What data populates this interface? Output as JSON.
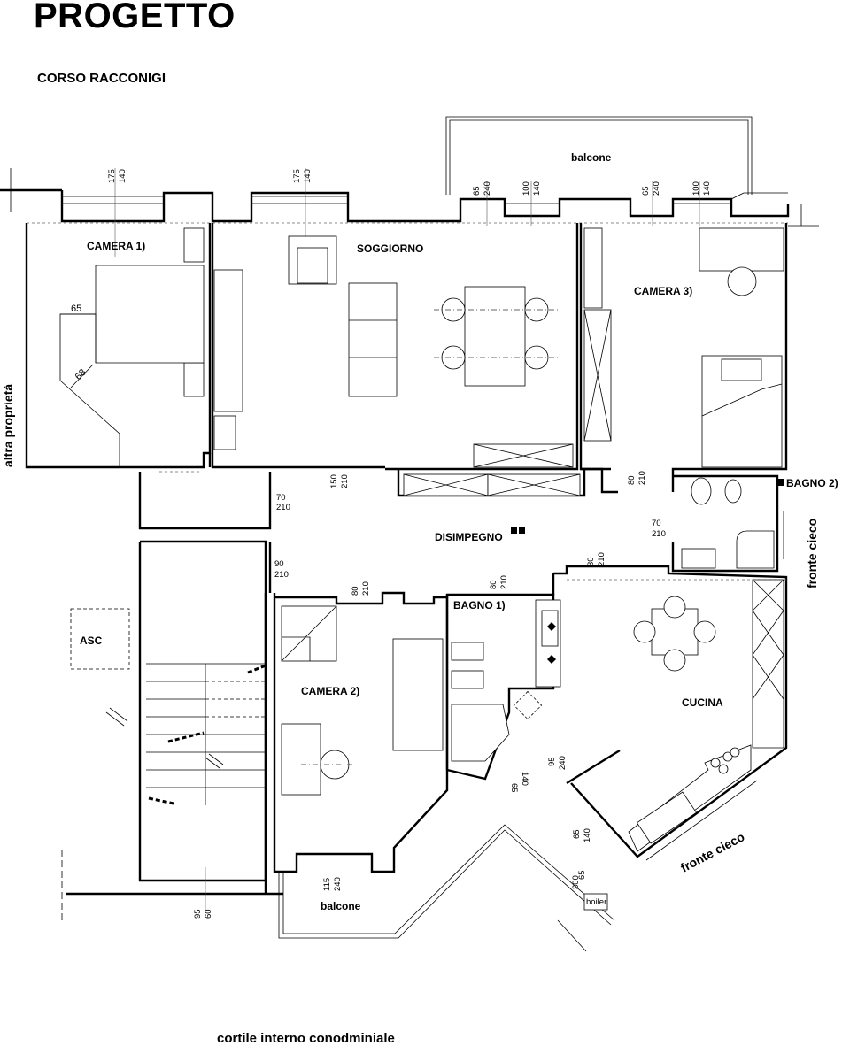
{
  "title": "PROGETTO",
  "street": "CORSO RACCONIGI",
  "courtyard": "cortile interno conodminiale",
  "side_labels": {
    "left": "altra proprietà",
    "right": "fronte cieco",
    "bottom_right": "fronte cieco"
  },
  "rooms": {
    "camera1": "CAMERA 1)",
    "soggiorno": "SOGGIORNO",
    "camera3": "CAMERA 3)",
    "bagno2": "BAGNO 2)",
    "disimpegno": "DISIMPEGNO",
    "bagno1": "BAGNO 1)",
    "camera2": "CAMERA 2)",
    "cucina": "CUCINA",
    "asc": "ASC",
    "balcone_top": "balcone",
    "balcone_bottom": "balcone"
  },
  "boiler": "boiler",
  "dimensions": {
    "w1_a": "175",
    "w1_b": "140",
    "w2_a": "175",
    "w2_b": "140",
    "d3_a": "65",
    "d3_b": "240",
    "w4_a": "100",
    "w4_b": "140",
    "d5_a": "65",
    "d5_b": "240",
    "w6_a": "100",
    "w6_b": "140",
    "c1_65": "65",
    "c1_68": "68",
    "door_sog_a": "150",
    "door_sog_b": "210",
    "door_c3_a": "80",
    "door_c3_b": "210",
    "door_ent_a": "70",
    "door_ent_b": "210",
    "door_b2_a": "70",
    "door_b2_b": "210",
    "door_stair_a": "90",
    "door_stair_b": "210",
    "door_cu_a": "80",
    "door_cu_b": "210",
    "door_c2_a": "80",
    "door_c2_b": "210",
    "door_b1_a": "80",
    "door_b1_b": "210",
    "win_b1_a": "65",
    "win_b1_b": "140",
    "door_cu_bal_a": "95",
    "door_cu_bal_b": "240",
    "win_cu_a": "65",
    "win_cu_b": "140",
    "boiler_a": "65",
    "boiler_b": "300",
    "door_c2_bal_a": "115",
    "door_c2_bal_b": "240",
    "stair_win_a": "95",
    "stair_win_b": "60"
  }
}
